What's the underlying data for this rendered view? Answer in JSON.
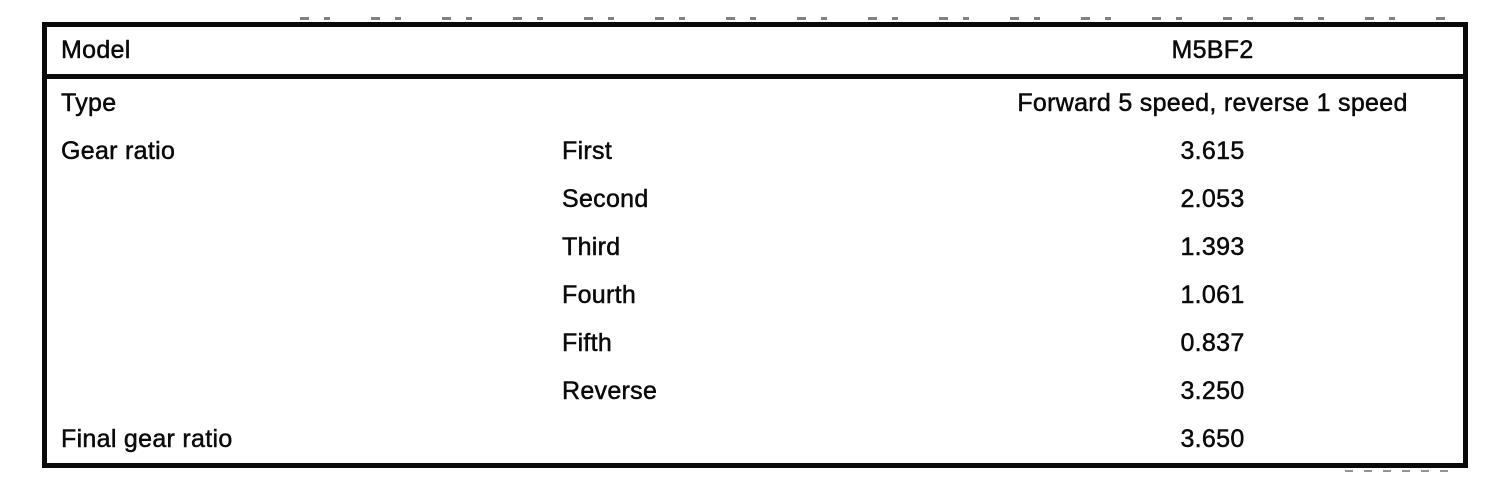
{
  "page": {
    "background_color": "#ffffff",
    "ink_color": "#0a0a0a"
  },
  "table": {
    "header": {
      "label": "Model",
      "value": "M5BF2"
    },
    "rows": [
      {
        "label": "Type",
        "item": "",
        "value": "Forward 5 speed, reverse 1 speed"
      },
      {
        "label": "Gear ratio",
        "item": "First",
        "value": "3.615"
      },
      {
        "label": "",
        "item": "Second",
        "value": "2.053"
      },
      {
        "label": "",
        "item": "Third",
        "value": "1.393"
      },
      {
        "label": "",
        "item": "Fourth",
        "value": "1.061"
      },
      {
        "label": "",
        "item": "Fifth",
        "value": "0.837"
      },
      {
        "label": "",
        "item": "Reverse",
        "value": "3.250"
      },
      {
        "label": "Final gear ratio",
        "item": "",
        "value": "3.650"
      }
    ]
  }
}
